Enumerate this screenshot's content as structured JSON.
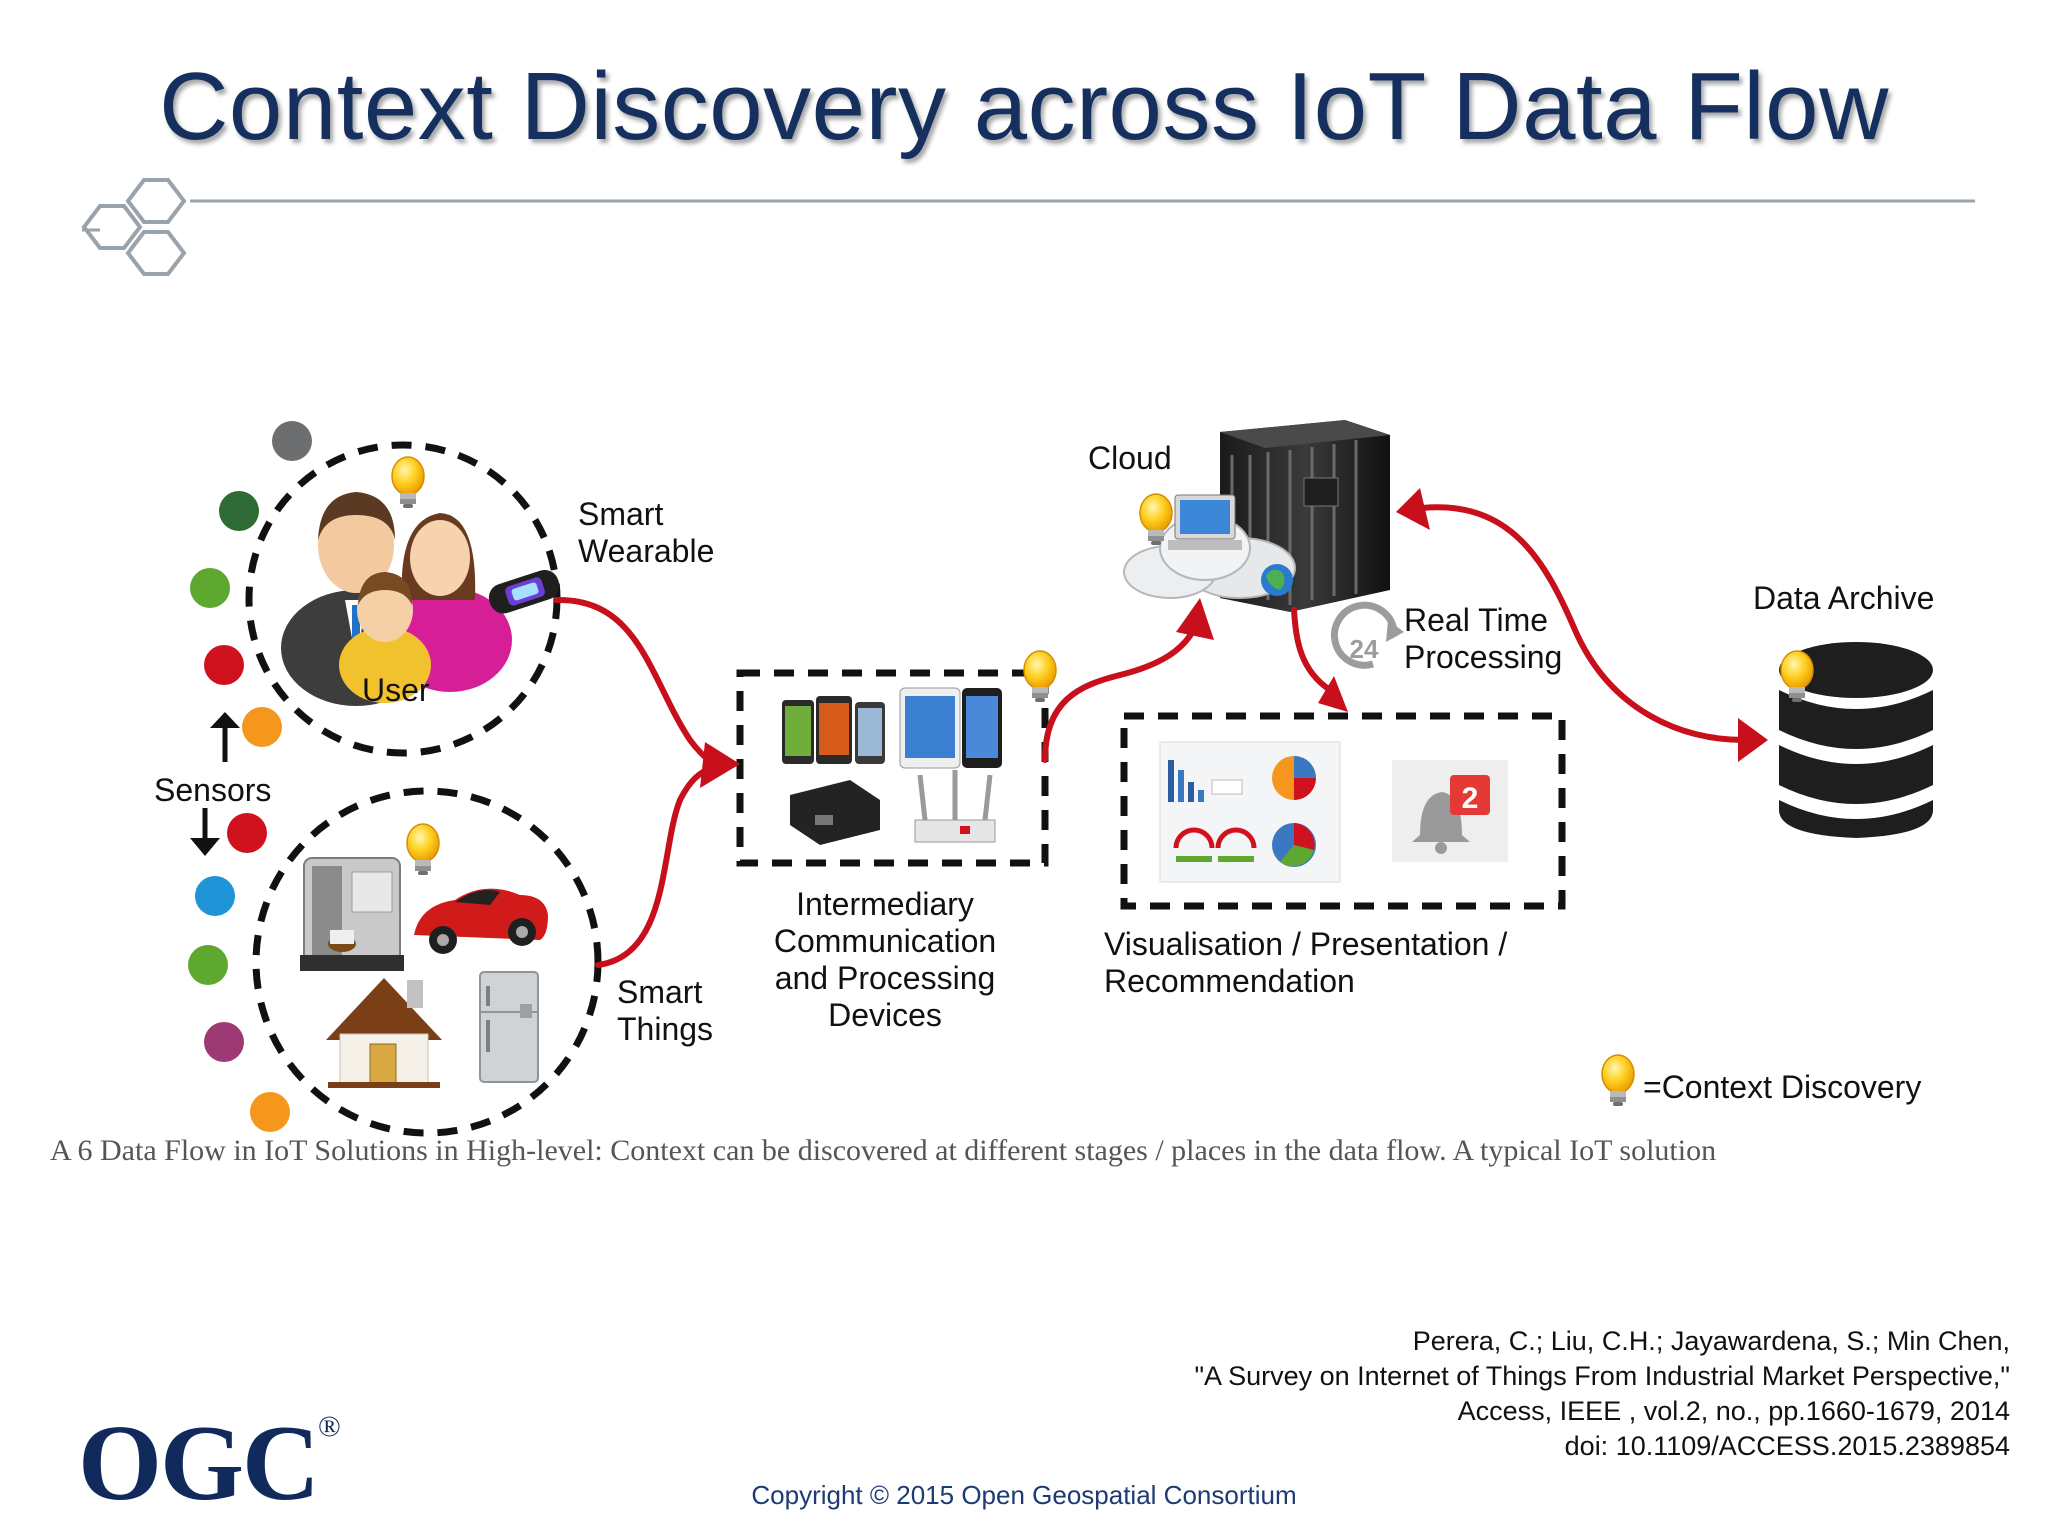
{
  "title": "Context Discovery across IoT Data Flow",
  "labels": {
    "smart_wearable": [
      "Smart",
      "Wearable"
    ],
    "user": "User",
    "sensors": "Sensors",
    "smart_things": [
      "Smart",
      "Things"
    ],
    "intermediary": [
      "Intermediary",
      "Communication",
      "and Processing",
      "Devices"
    ],
    "cloud": "Cloud",
    "real_time": [
      "Real Time",
      "Processing"
    ],
    "clock_number": "24",
    "visualisation": [
      "Visualisation / Presentation /",
      "Recommendation"
    ],
    "data_archive": "Data Archive",
    "notification_count": "2"
  },
  "legend": {
    "text": "=Context Discovery"
  },
  "caption_garbled": "A 6 Data Flow in IoT Solutions in High-level: Context can be discovered at different stages / places in the data flow. A typical IoT solution",
  "citation": [
    "Perera, C.; Liu, C.H.; Jayawardena, S.; Min Chen,",
    "\"A Survey on Internet of Things From Industrial Market Perspective,\"",
    "Access, IEEE , vol.2, no., pp.1660-1679, 2014",
    "doi: 10.1109/ACCESS.2015.2389854"
  ],
  "copyright": "Copyright © 2015 Open Geospatial Consortium",
  "logo": {
    "text": "OGC",
    "mark": "®"
  },
  "colors": {
    "title": "#15305f",
    "arrow": "#c8101c",
    "dashed_border": "#111111",
    "sensor_dots": [
      "#6d6e70",
      "#2f6b34",
      "#5ea830",
      "#d0121e",
      "#f5961d",
      "#d0121e",
      "#1f95d8",
      "#5ea830",
      "#9d3a74",
      "#f5961d"
    ]
  }
}
